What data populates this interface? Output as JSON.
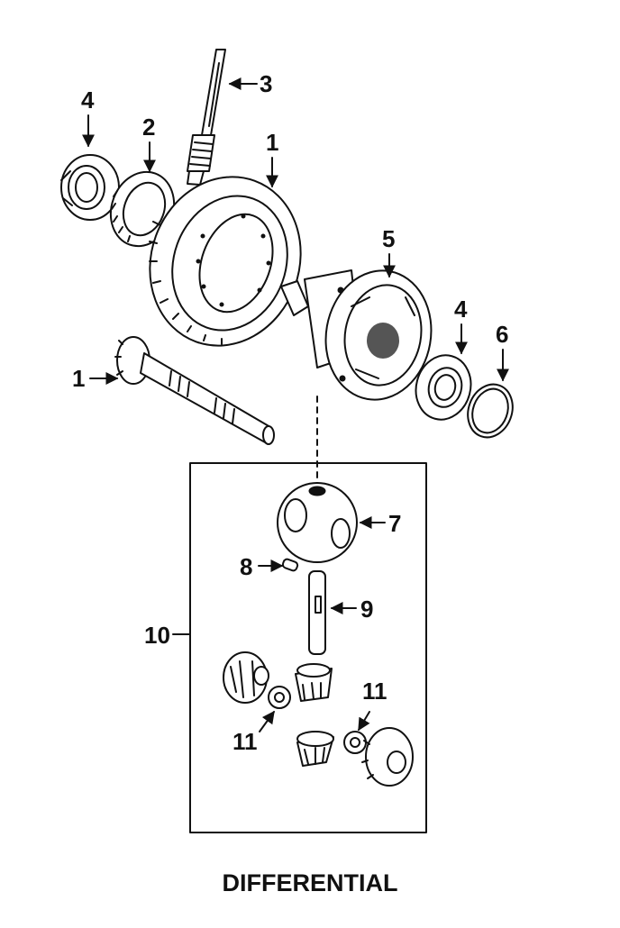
{
  "title": "DIFFERENTIAL",
  "callouts": {
    "ring_gear": "1",
    "pinion_shaft": "1",
    "inner_bearing_race": "2",
    "speedometer_gear": "3",
    "bearing_left": "4",
    "bearing_right": "4",
    "case_assembly": "5",
    "seal_ring": "6",
    "differential_case": "7",
    "lock_pin": "8",
    "pinion_shaft_pin": "9",
    "gear_kit": "10",
    "washer_left": "11",
    "washer_right": "11"
  },
  "colors": {
    "ink": "#111111",
    "paper": "#ffffff"
  }
}
